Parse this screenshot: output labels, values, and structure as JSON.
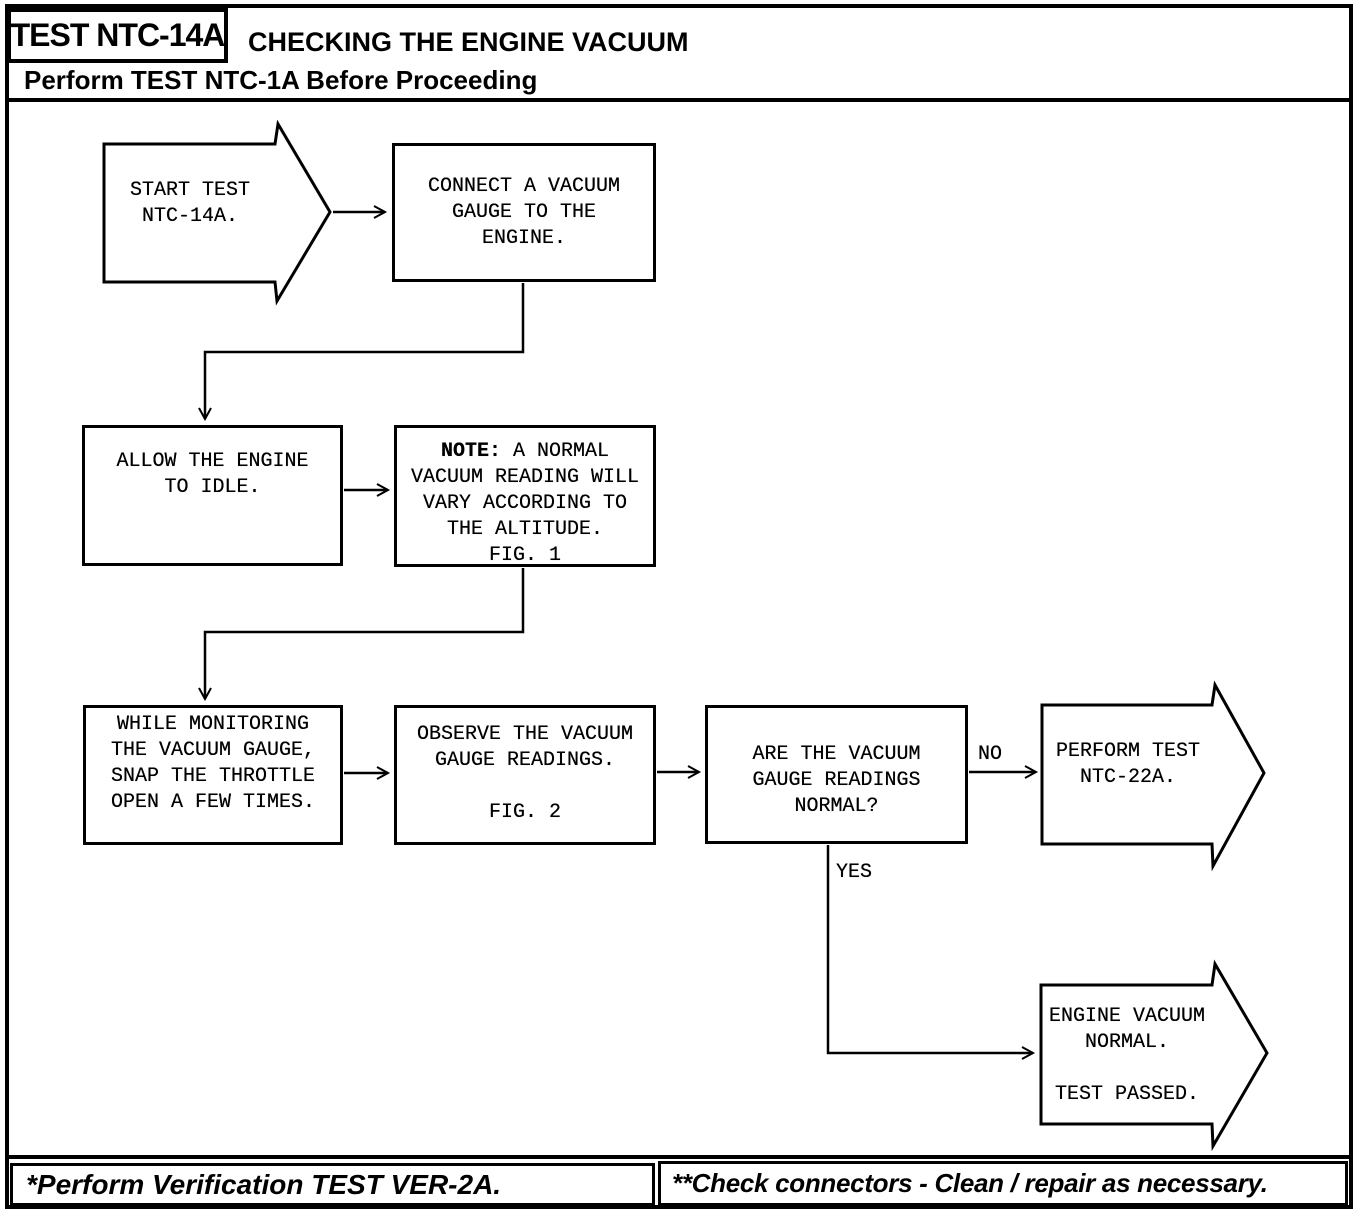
{
  "header": {
    "test_id": "TEST NTC-14A",
    "title": "CHECKING THE ENGINE VACUUM",
    "subtitle": "Perform TEST NTC-1A Before Proceeding"
  },
  "flowchart": {
    "start": "START TEST\nNTC-14A.",
    "connect": "CONNECT A VACUUM\nGAUGE TO THE\nENGINE.",
    "idle": "ALLOW THE ENGINE\nTO IDLE.",
    "note_prefix": "NOTE:",
    "note_rest": " A NORMAL\nVACUUM READING WILL\nVARY ACCORDING TO\nTHE ALTITUDE.\nFIG. 1",
    "monitor": "WHILE MONITORING\nTHE VACUUM GAUGE,\nSNAP THE THROTTLE\nOPEN A FEW TIMES.",
    "observe": "OBSERVE THE VACUUM\nGAUGE READINGS.\n\nFIG. 2",
    "decision": "ARE THE VACUUM\nGAUGE READINGS\nNORMAL?",
    "no_label": "NO",
    "yes_label": "YES",
    "fail": "PERFORM TEST\nNTC-22A.",
    "pass": "ENGINE VACUUM\nNORMAL.\n\nTEST PASSED."
  },
  "footer": {
    "left_note": "*Perform Verification TEST VER-2A.",
    "right_note": "**Check connectors - Clean / repair as necessary."
  },
  "colors": {
    "ink": "#000000",
    "paper": "#ffffff"
  }
}
